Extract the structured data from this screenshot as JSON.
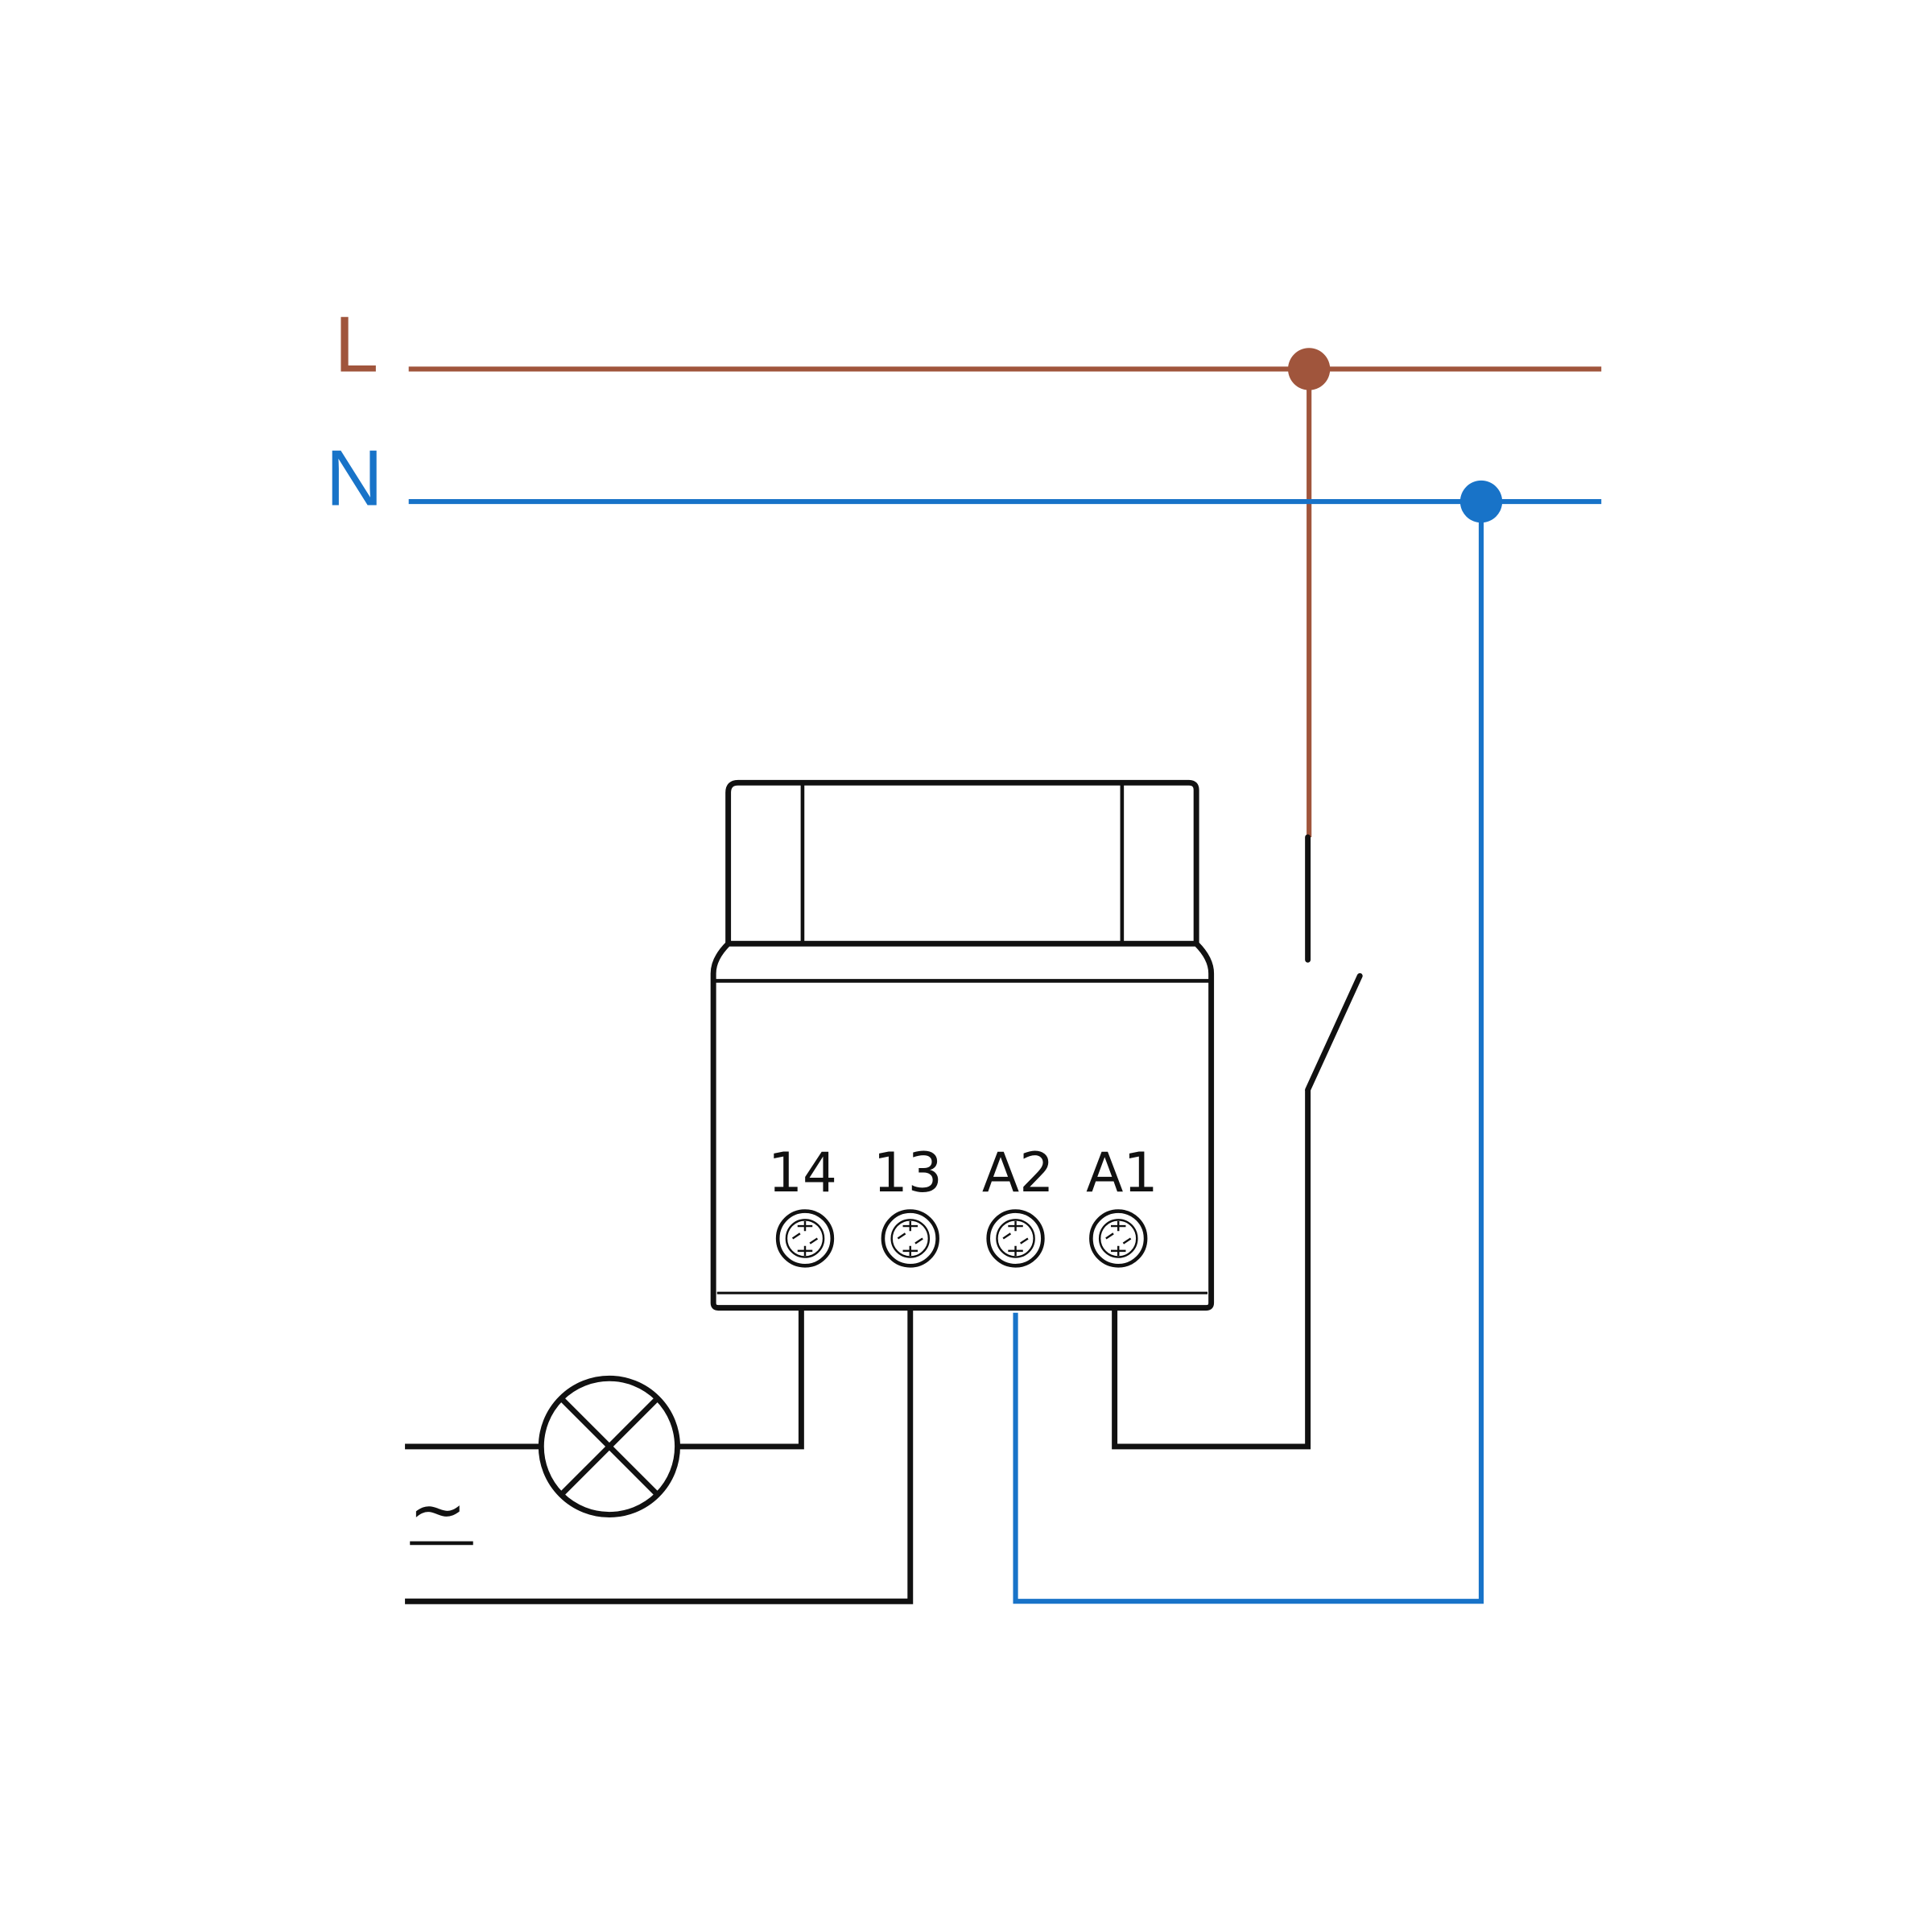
{
  "lines": {
    "live_label": "L",
    "neutral_label": "N"
  },
  "relay": {
    "terminals": [
      {
        "id": "14",
        "label": "14"
      },
      {
        "id": "13",
        "label": "13"
      },
      {
        "id": "A2",
        "label": "A2"
      },
      {
        "id": "A1",
        "label": "A1"
      }
    ]
  },
  "load": {
    "icon": "lamp-icon",
    "supply_symbol": "∼"
  },
  "colors": {
    "live": "#a0553c",
    "neutral": "#1873c8",
    "wire": "#111111",
    "background": "#ffffff"
  }
}
